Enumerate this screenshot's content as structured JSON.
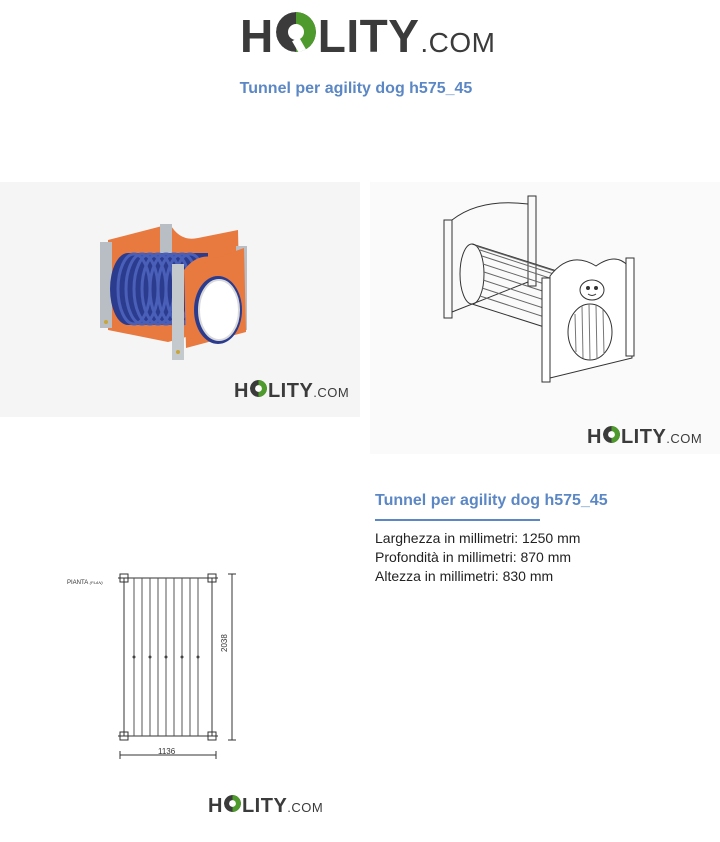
{
  "brand": {
    "name_pre": "H",
    "name_post": "LITY",
    "domain": ".COM",
    "colors": {
      "green": "#4f9a2c",
      "grey": "#3b3b3b",
      "accent": "#5b87c5"
    }
  },
  "header": {
    "title": "Tunnel per agility dog h575_45"
  },
  "product": {
    "title": "Tunnel per agility dog h575_45",
    "specs": [
      "Larghezza in millimetri: 1250 mm",
      "Profondità in millimetri: 870 mm",
      "Altezza in millimetri: 830 mm"
    ]
  },
  "plan": {
    "label": "PIANTA",
    "label_sub": "(PLAN)",
    "width_dim": "1136",
    "height_dim": "2038"
  }
}
